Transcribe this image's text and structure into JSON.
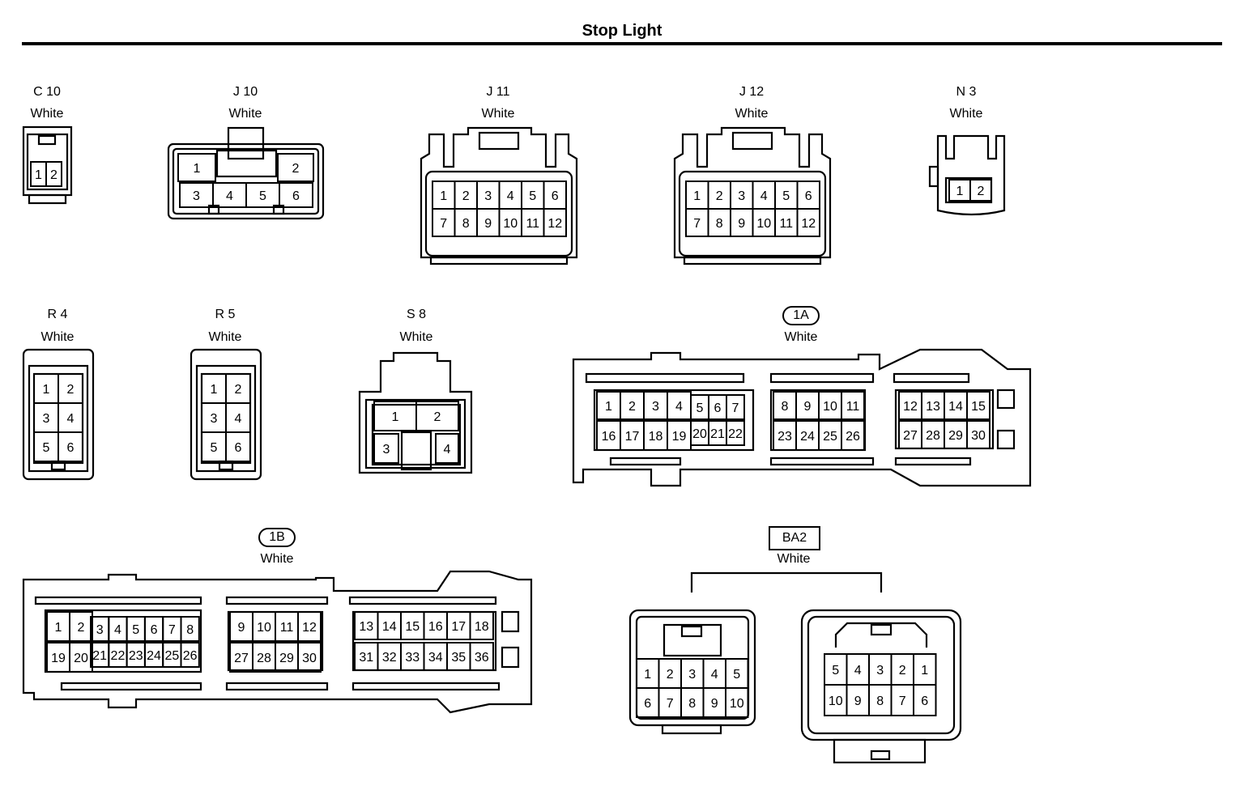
{
  "title": "Stop Light",
  "connectors": {
    "c10": {
      "code": "C 10",
      "color": "White",
      "pins": [
        "1",
        "2"
      ]
    },
    "j10": {
      "code": "J 10",
      "color": "White",
      "pins": [
        "1",
        "2",
        "3",
        "4",
        "5",
        "6"
      ]
    },
    "j11": {
      "code": "J 11",
      "color": "White",
      "pins": [
        "1",
        "2",
        "3",
        "4",
        "5",
        "6",
        "7",
        "8",
        "9",
        "10",
        "11",
        "12"
      ]
    },
    "j12": {
      "code": "J 12",
      "color": "White",
      "pins": [
        "1",
        "2",
        "3",
        "4",
        "5",
        "6",
        "7",
        "8",
        "9",
        "10",
        "11",
        "12"
      ]
    },
    "n3": {
      "code": "N 3",
      "color": "White",
      "pins": [
        "1",
        "2"
      ]
    },
    "r4": {
      "code": "R 4",
      "color": "White",
      "pins": [
        "1",
        "2",
        "3",
        "4",
        "5",
        "6"
      ]
    },
    "r5": {
      "code": "R 5",
      "color": "White",
      "pins": [
        "1",
        "2",
        "3",
        "4",
        "5",
        "6"
      ]
    },
    "s8": {
      "code": "S 8",
      "color": "White",
      "pins": [
        "1",
        "2",
        "3",
        "4"
      ]
    },
    "c1a": {
      "code": "1A",
      "color": "White",
      "pins": [
        "1",
        "2",
        "3",
        "4",
        "5",
        "6",
        "7",
        "8",
        "9",
        "10",
        "11",
        "12",
        "13",
        "14",
        "15",
        "16",
        "17",
        "18",
        "19",
        "20",
        "21",
        "22",
        "23",
        "24",
        "25",
        "26",
        "27",
        "28",
        "29",
        "30"
      ]
    },
    "c1b": {
      "code": "1B",
      "color": "White",
      "pins": [
        "1",
        "2",
        "3",
        "4",
        "5",
        "6",
        "7",
        "8",
        "9",
        "10",
        "11",
        "12",
        "13",
        "14",
        "15",
        "16",
        "17",
        "18",
        "19",
        "20",
        "21",
        "22",
        "23",
        "24",
        "25",
        "26",
        "27",
        "28",
        "29",
        "30",
        "31",
        "32",
        "33",
        "34",
        "35",
        "36"
      ]
    },
    "ba2": {
      "code": "BA2",
      "color": "White",
      "left_pins": [
        "1",
        "2",
        "3",
        "4",
        "5",
        "6",
        "7",
        "8",
        "9",
        "10"
      ],
      "right_pins": [
        "5",
        "4",
        "3",
        "2",
        "1",
        "10",
        "9",
        "8",
        "7",
        "6"
      ]
    }
  }
}
